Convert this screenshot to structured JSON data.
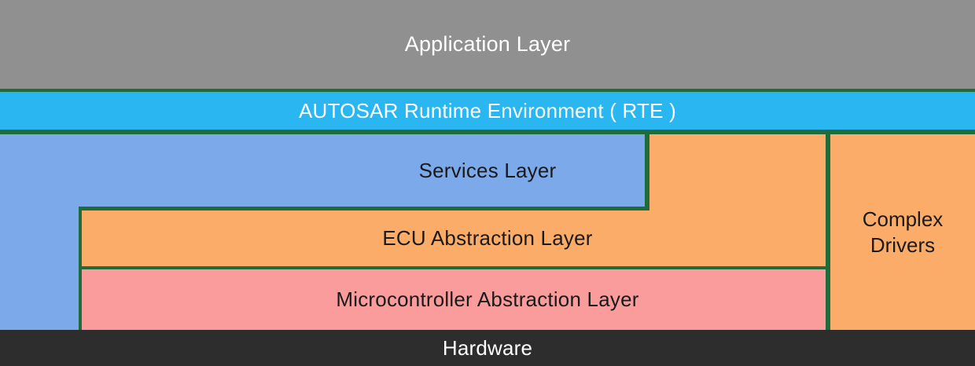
{
  "colors": {
    "border_green": "#1E6C3B",
    "application_gray": "#909090",
    "rte_cyan": "#29B6F1",
    "services_blue": "#7CA9EA",
    "ecu_orange": "#FBAC69",
    "complex_orange": "#FBAC69",
    "mcal_pink": "#FA9C9C",
    "hardware_dark": "#2D2D2D",
    "label_dark": "#1A1A1A",
    "label_light": "#FFFFFF"
  },
  "layers": {
    "application": "Application Layer",
    "rte": "AUTOSAR Runtime Environment ( RTE )",
    "services": "Services Layer",
    "ecu_abstraction": "ECU Abstraction Layer",
    "mcal": "Microcontroller Abstraction Layer",
    "complex_drivers": "Complex Drivers",
    "hardware": "Hardware"
  }
}
